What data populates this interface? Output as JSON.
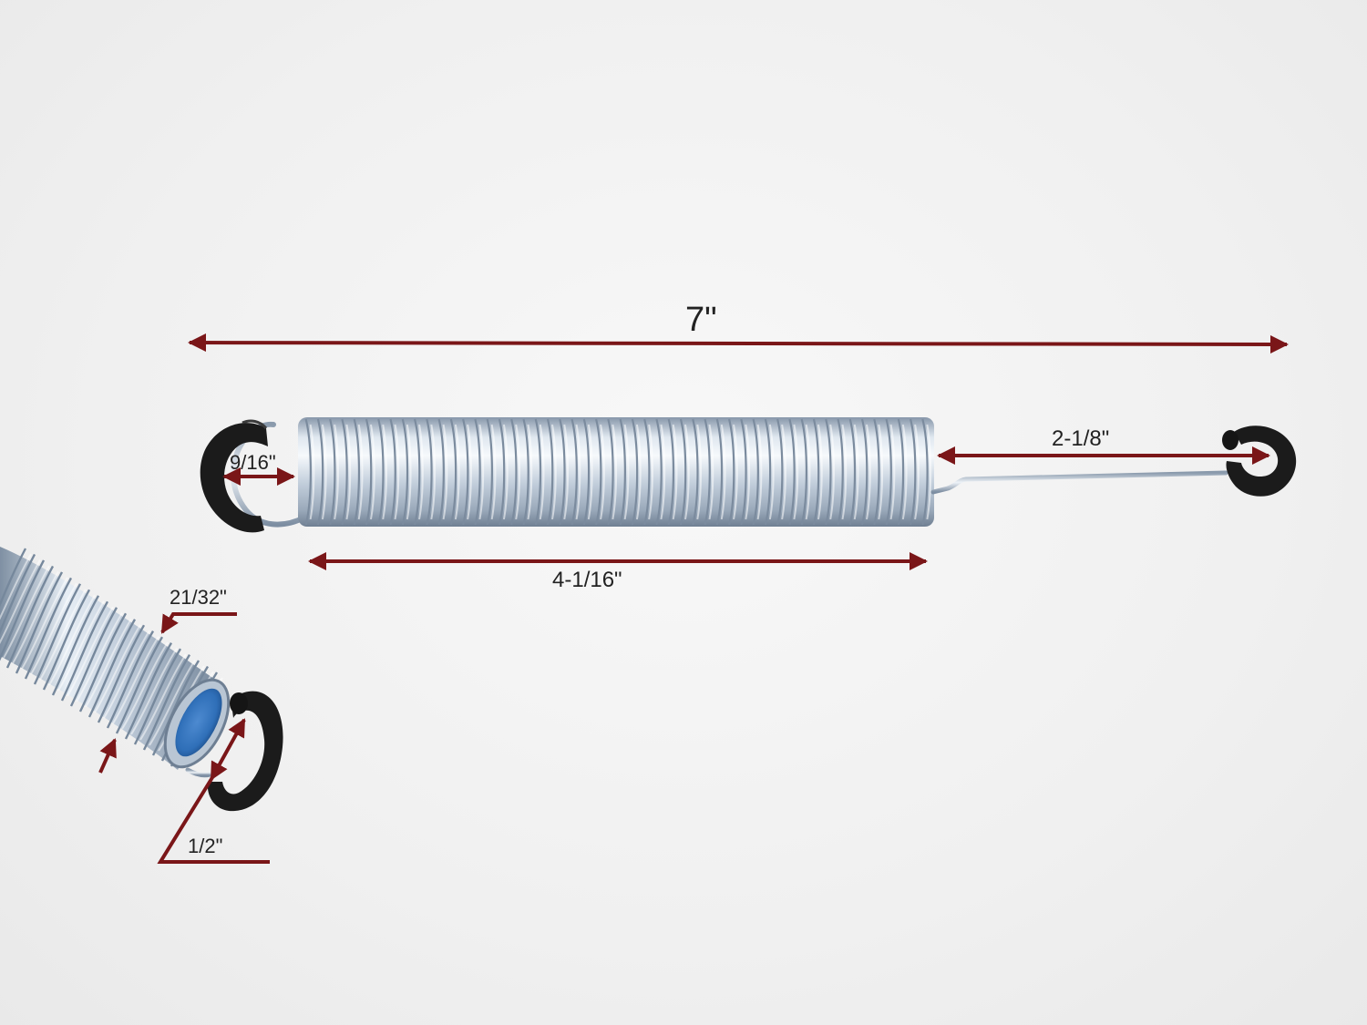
{
  "image": {
    "subject": "extension spring with rubber-covered hooks"
  },
  "dimensions": {
    "overall_length": "7\"",
    "hook_end_length": "2-1/8\"",
    "hook_opening": "9/16\"",
    "coil_body_length": "4-1/16\"",
    "coil_outer_diameter": "21/32\"",
    "hook_inner_diameter": "1/2\""
  },
  "colors": {
    "dimension_arrow": "#7a1618",
    "spring_steel": "#c7d3e0",
    "spring_shadow": "#8293a6",
    "spring_highlight": "#f3f7fb",
    "hook_cover": "#1b1b1b",
    "spring_interior": "#2f6fb8",
    "background": "#f1f1f1"
  }
}
